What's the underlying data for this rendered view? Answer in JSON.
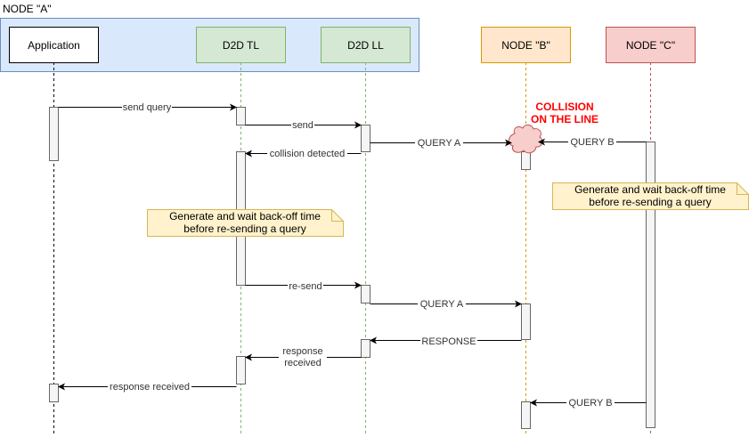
{
  "group": {
    "title": "NODE \"A\""
  },
  "participants": {
    "application": "Application",
    "tl": "D2D TL",
    "ll": "D2D LL",
    "node_b": "NODE \"B\"",
    "node_c": "NODE \"C\""
  },
  "messages": {
    "send_query": "send query",
    "send": "send",
    "query_a_1": "QUERY A",
    "query_b_1": "QUERY B",
    "collision_detected": "collision detected",
    "re_send": "re-send",
    "query_a_2": "QUERY A",
    "response": "RESPONSE",
    "response_received_1": "response",
    "response_received_2": "received",
    "response_received_app": "response received",
    "query_b_2": "QUERY B"
  },
  "collision": {
    "line1": "COLLISION",
    "line2": "ON THE LINE"
  },
  "notes": {
    "left": {
      "line1": "Generate and wait back-off time",
      "line2": "before re-sending a query"
    },
    "right": {
      "line1": "Generate and wait back-off time",
      "line2": "before re-sending a query"
    }
  },
  "colors": {
    "group_fill": "#dae8fc",
    "group_stroke": "#6c8ebf",
    "green_fill": "#d5e8d4",
    "green_stroke": "#82b366",
    "orange_fill": "#ffe6cc",
    "orange_stroke": "#d79b00",
    "red_fill": "#f8cecc",
    "red_stroke": "#b85450",
    "note_fill": "#fff2cc",
    "note_stroke": "#d6b656",
    "collision_text": "#ff0000"
  }
}
